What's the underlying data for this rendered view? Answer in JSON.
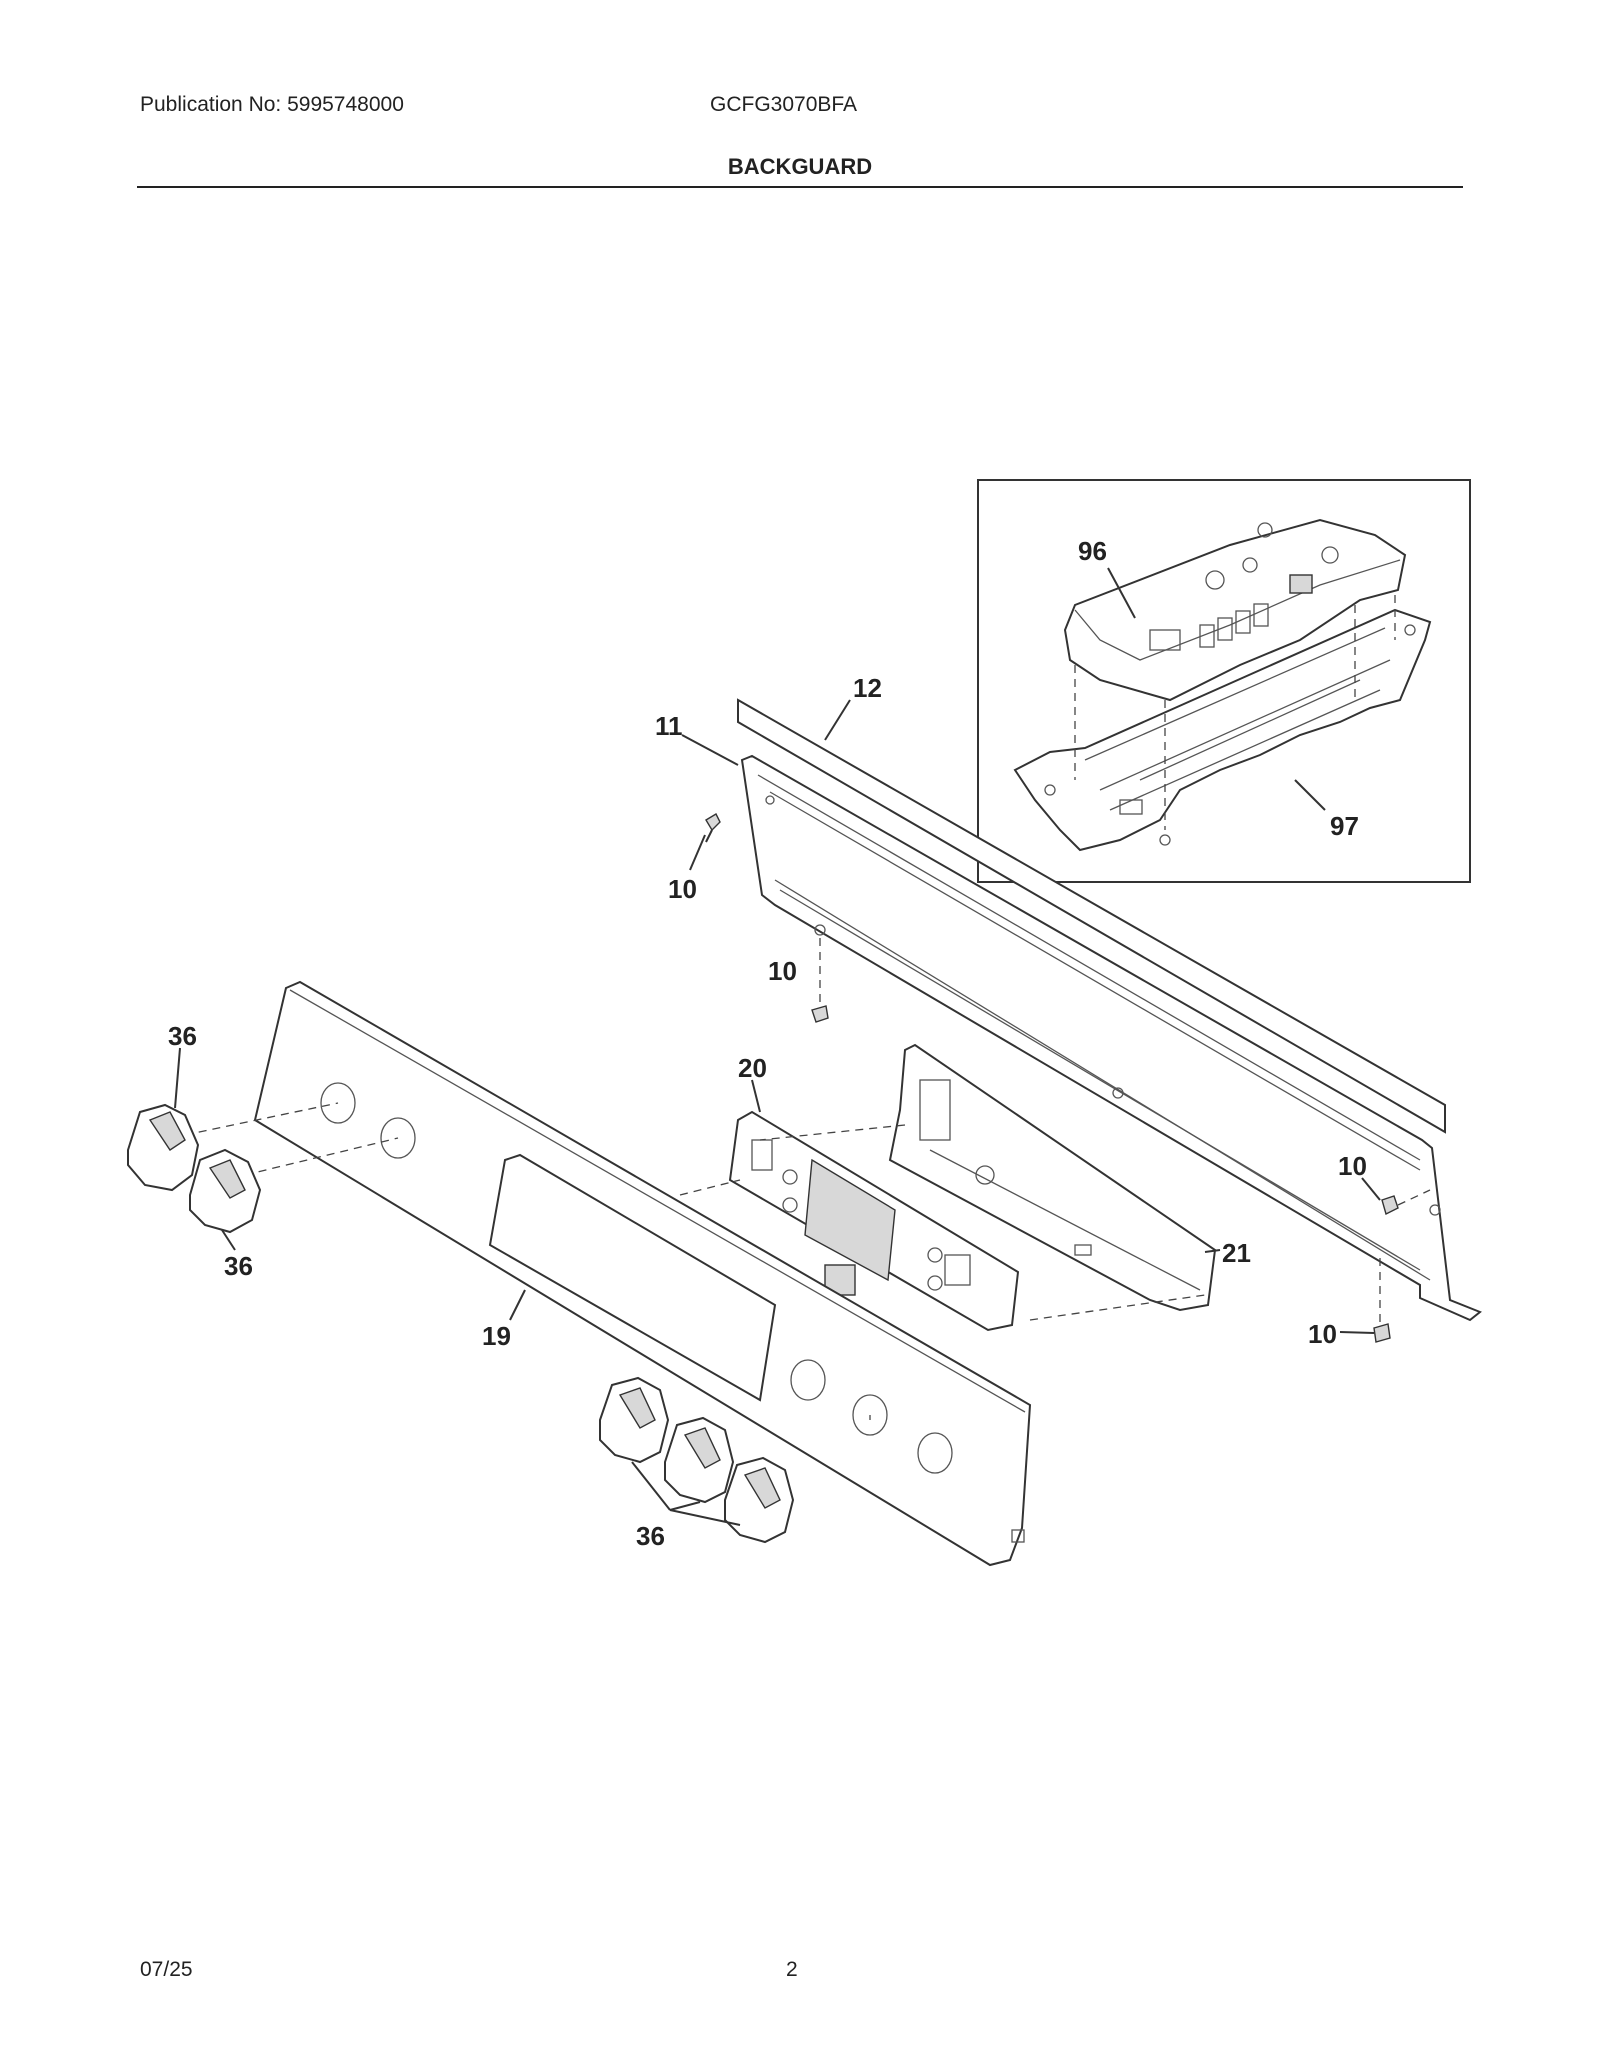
{
  "header": {
    "publication": "Publication No: 5995748000",
    "model": "GCFG3070BFA",
    "section_title": "BACKGUARD"
  },
  "footer": {
    "date": "07/25",
    "page_number": "2"
  },
  "callouts": {
    "c96": "96",
    "c97": "97",
    "c12": "12",
    "c11": "11",
    "c10a": "10",
    "c10b": "10",
    "c10c": "10",
    "c10d": "10",
    "c20": "20",
    "c21": "21",
    "c19": "19",
    "c36a": "36",
    "c36b": "36",
    "c36c": "36"
  }
}
